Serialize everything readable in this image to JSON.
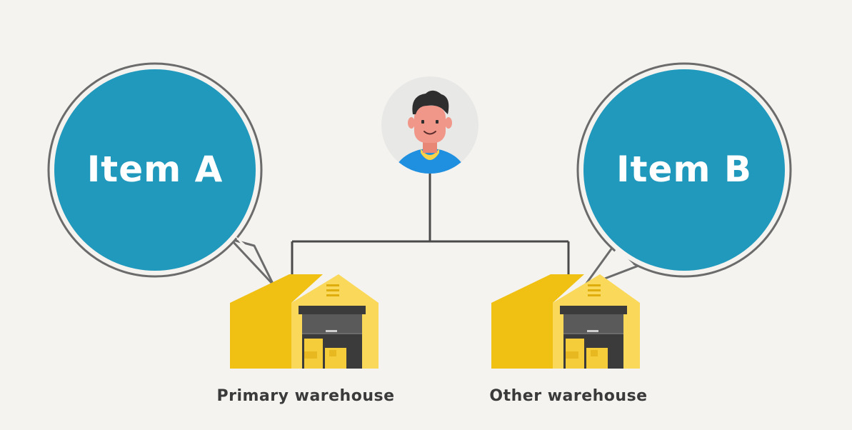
{
  "user": {
    "avatar_icon": "person-avatar-icon"
  },
  "bubbles": {
    "left": {
      "label": "Item A"
    },
    "right": {
      "label": "Item B"
    }
  },
  "warehouses": {
    "left": {
      "label": "Primary warehouse",
      "icon": "warehouse-icon"
    },
    "right": {
      "label": "Other warehouse",
      "icon": "warehouse-icon"
    }
  },
  "colors": {
    "background": "#f4f3ef",
    "bubble_fill": "#2199bd",
    "bubble_outline": "#6b6b6b",
    "warehouse_yellow": "#f0c012",
    "warehouse_light": "#fad85a",
    "door_dark": "#3b3b3b",
    "shirt_blue": "#1f8fe0",
    "skin": "#f1978a",
    "connector_line": "#4a4a4a"
  }
}
